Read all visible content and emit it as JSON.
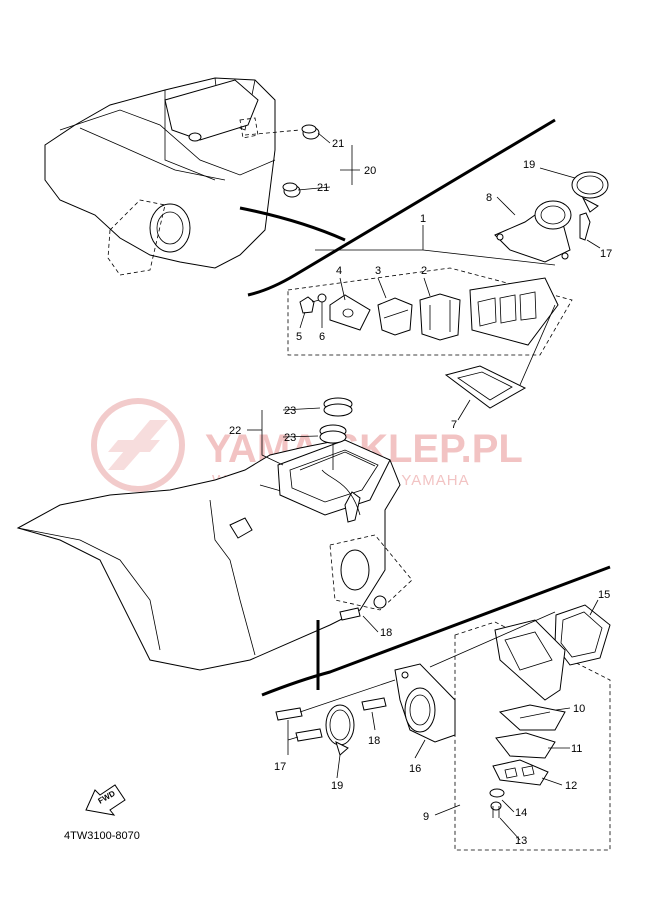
{
  "diagram": {
    "part_code": "4TW3100-8070",
    "fwd_label": "FWD",
    "watermark": {
      "title": "YAMA-SKLEP.PL",
      "subtitle": "WOJEWÓDZKI DEALER YAMAHA"
    },
    "callouts": {
      "c1": "1",
      "c2": "2",
      "c3": "3",
      "c4": "4",
      "c5": "5",
      "c6": "6",
      "c7": "7",
      "c8": "8",
      "c9": "9",
      "c10": "10",
      "c11": "11",
      "c12": "12",
      "c13": "13",
      "c14": "14",
      "c15": "15",
      "c16": "16",
      "c17a": "17",
      "c17b": "17",
      "c18a": "18",
      "c18b": "18",
      "c19a": "19",
      "c19b": "19",
      "c20": "20",
      "c21a": "21",
      "c21b": "21",
      "c22": "22",
      "c23a": "23",
      "c23b": "23"
    }
  }
}
